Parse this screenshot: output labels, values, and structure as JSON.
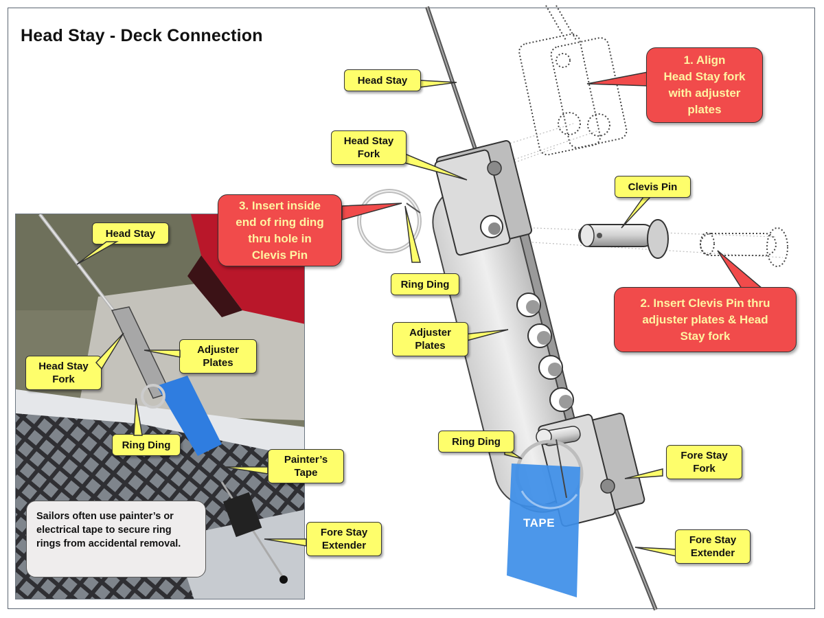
{
  "title": "Head Stay - Deck Connection",
  "colors": {
    "callout_yellow": "#fefe6b",
    "step_red": "#f14b4b",
    "step_text": "#fff4a2",
    "tape_blue": "#3d8ee8",
    "note_bg": "#efeded"
  },
  "diagram_labels": {
    "head_stay": "Head Stay",
    "head_stay_fork": "Head Stay\nFork",
    "clevis_pin": "Clevis Pin",
    "ring_ding_top": "Ring Ding",
    "adjuster_plates": "Adjuster\nPlates",
    "ring_ding_bottom": "Ring Ding",
    "fore_stay_fork": "Fore Stay\nFork",
    "fore_stay_extender": "Fore Stay\nExtender",
    "tape": "TAPE"
  },
  "steps": {
    "step1": "1. Align\nHead Stay fork\nwith adjuster\nplates",
    "step2": "2. Insert Clevis Pin thru\nadjuster plates & Head\nStay fork",
    "step3": "3. Insert inside\nend of ring ding\nthru hole in\nClevis Pin"
  },
  "photo_labels": {
    "head_stay": "Head Stay",
    "adjuster_plates": "Adjuster\nPlates",
    "head_stay_fork": "Head Stay\nFork",
    "ring_ding": "Ring Ding",
    "painters_tape": "Painter’s\nTape",
    "fore_stay_extender": "Fore Stay\nExtender"
  },
  "note": "Sailors often use painter’s or electrical tape to secure ring rings from accidental removal."
}
